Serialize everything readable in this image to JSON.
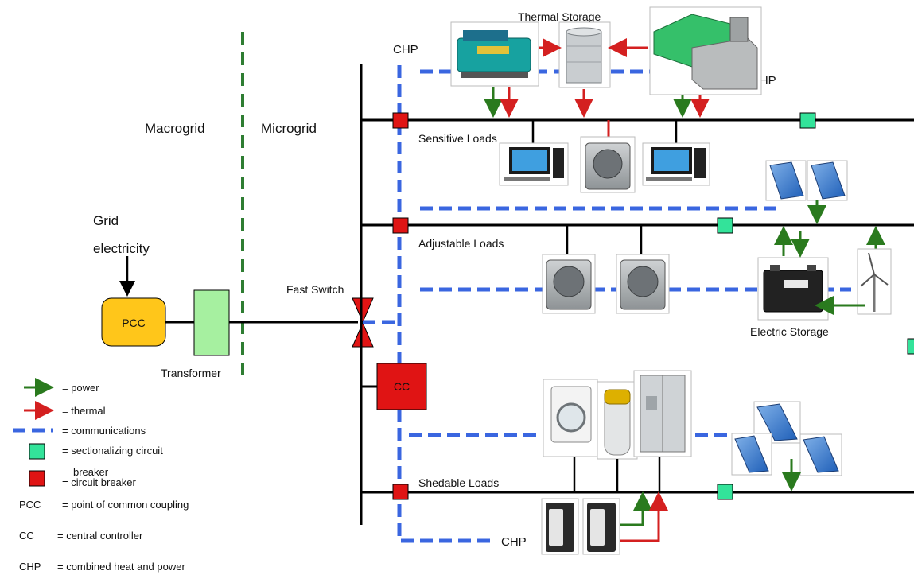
{
  "labels": {
    "macrogrid": "Macrogrid",
    "microgrid": "Microgrid",
    "grid_line1": "Grid",
    "grid_line2": "electricity",
    "pcc": "PCC",
    "transformer": "Transformer",
    "fast_switch": "Fast Switch",
    "cc": "CC",
    "chp_top_left": "CHP",
    "thermal_storage": "Thermal Storage",
    "chp_top_right": "CHP",
    "sensitive_loads": "Sensitive Loads",
    "adjustable_loads": "Adjustable Loads",
    "electric_storage": "Electric Storage",
    "shedable_loads": "Shedable Loads",
    "chp_bottom": "CHP"
  },
  "legend": [
    {
      "symbol": "power-arrow",
      "text": "= power"
    },
    {
      "symbol": "thermal-arrow",
      "text": "= thermal"
    },
    {
      "symbol": "comm-line",
      "text": "= communications"
    },
    {
      "symbol": "green-square",
      "text": "= sectionalizing circuit"
    },
    {
      "symbol": "red-square",
      "text": "= circuit breaker",
      "above": "breaker"
    },
    {
      "symbol": "PCC",
      "text": "= point of common coupling"
    },
    {
      "symbol": "CC",
      "text": "= central controller"
    },
    {
      "symbol": "CHP",
      "text": "= combined heat and power"
    }
  ],
  "colors": {
    "power": "#2a7a1e",
    "thermal": "#d42020",
    "communications": "#3a66e0",
    "sectionalizing": "#33e39a",
    "breaker": "#e01414",
    "pcc_fill": "#ffc61a",
    "transformer_fill": "#a6f0a0",
    "boundary": "#2e7d32",
    "bus": "#000000"
  },
  "icons": {
    "chp_engine": "chp-engine-icon",
    "thermal_tank": "thermal-storage-tank-icon",
    "chp_container": "chp-container-icon",
    "computer": "computer-icon",
    "air_conditioner": "air-conditioner-icon",
    "solar_panel": "solar-panel-icon",
    "battery": "battery-icon",
    "wind_turbine": "wind-turbine-icon",
    "washer": "washing-machine-icon",
    "water_heater": "water-heater-icon",
    "refrigerator": "refrigerator-icon",
    "fuel_cell": "fuel-cell-chp-icon"
  }
}
